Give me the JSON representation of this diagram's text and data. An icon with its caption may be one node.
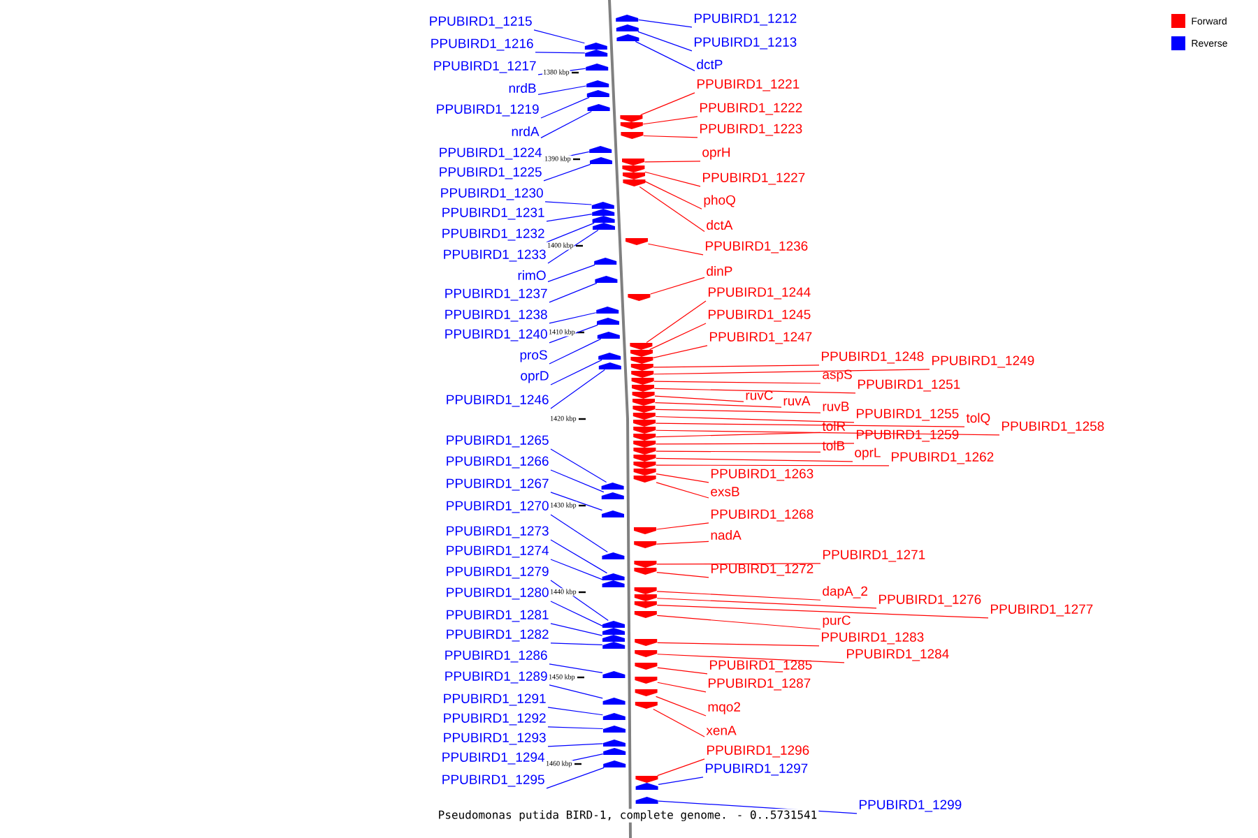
{
  "diagram": {
    "caption": "Pseudomonas putida BIRD-1, complete genome. - 0..5731541",
    "nodes": [
      {
        "text": [
          "PPUBIRD1_1215"
        ]
      },
      {
        "text": [
          "PPUBIRD1_1216"
        ]
      },
      {
        "text": [
          "PPUBIRD1_1217"
        ]
      },
      {
        "text": [
          "nrdB"
        ]
      },
      {
        "text": [
          "PPUBIRD1_1219"
        ]
      },
      {
        "text": [
          "nrdA"
        ]
      },
      {
        "text": [
          "PPUBIRD1_1224"
        ]
      },
      {
        "text": [
          "PPUBIRD1_1225"
        ]
      },
      {
        "text": [
          "PPUBIRD1_1230"
        ]
      },
      {
        "text": [
          "PPUBIRD1_1231"
        ]
      },
      {
        "text": [
          "PPUBIRD1_1232"
        ]
      },
      {
        "text": [
          "PPUBIRD1_1233"
        ]
      },
      {
        "text": [
          "rimO"
        ]
      },
      {
        "text": [
          "PPUBIRD1_1237"
        ]
      },
      {
        "text": [
          "PPUBIRD1_1238"
        ]
      },
      {
        "text": [
          "PPUBIRD1_1240"
        ]
      },
      {
        "text": [
          "proS"
        ]
      },
      {
        "text": [
          "oprD"
        ]
      },
      {
        "text": [
          "PPUBIRD1_1246"
        ]
      },
      {
        "text": [
          "PPUBIRD1_1265"
        ]
      },
      {
        "text": [
          "PPUBIRD1_1266"
        ]
      },
      {
        "text": [
          "PPUBIRD1_1267"
        ]
      },
      {
        "text": [
          "PPUBIRD1_1270"
        ]
      },
      {
        "text": [
          "PPUBIRD1_1273"
        ]
      },
      {
        "text": [
          "PPUBIRD1_1274"
        ]
      },
      {
        "text": [
          "PPUBIRD1_1279"
        ]
      },
      {
        "text": [
          "PPUBIRD1_1280"
        ]
      },
      {
        "text": [
          "PPUBIRD1_1281"
        ]
      },
      {
        "text": [
          "PPUBIRD1_1282"
        ]
      },
      {
        "text": [
          "PPUBIRD1_1286"
        ]
      },
      {
        "text": [
          "PPUBIRD1_1289"
        ]
      },
      {
        "text": [
          "PPUBIRD1_1291"
        ]
      },
      {
        "text": [
          "PPUBIRD1_1292"
        ]
      },
      {
        "text": [
          "PPUBIRD1_1293"
        ]
      },
      {
        "text": [
          "PPUBIRD1_1294"
        ]
      },
      {
        "text": [
          "PPUBIRD1_1295"
        ]
      },
      {
        "text": [
          "PPUBIRD1_1212"
        ]
      },
      {
        "text": [
          "PPUBIRD1_1213"
        ]
      },
      {
        "text": [
          "dctP"
        ]
      },
      {
        "text": [
          "PPUBIRD1_1221"
        ]
      },
      {
        "text": [
          "PPUBIRD1_1222"
        ]
      },
      {
        "text": [
          "PPUBIRD1_1223"
        ]
      },
      {
        "text": [
          "oprH"
        ]
      },
      {
        "text": [
          "PPUBIRD1_1227"
        ]
      },
      {
        "text": [
          "phoQ"
        ]
      },
      {
        "text": [
          "dctA"
        ]
      },
      {
        "text": [
          "PPUBIRD1_1236"
        ]
      },
      {
        "text": [
          "dinP"
        ]
      },
      {
        "text": [
          "PPUBIRD1_1244"
        ]
      },
      {
        "text": [
          "PPUBIRD1_1245"
        ]
      },
      {
        "text": [
          "PPUBIRD1_1247"
        ]
      },
      {
        "text": [
          "PPUBIRD1_1248"
        ]
      },
      {
        "text": [
          "PPUBIRD1_1249"
        ]
      },
      {
        "text": [
          "aspS"
        ]
      },
      {
        "text": [
          "PPUBIRD1_1251"
        ]
      },
      {
        "text": [
          "ruvC"
        ]
      },
      {
        "text": [
          "ruvA"
        ]
      },
      {
        "text": [
          "ruvB"
        ]
      },
      {
        "text": [
          "PPUBIRD1_1255"
        ]
      },
      {
        "text": [
          "tolQ"
        ]
      },
      {
        "text": [
          "PPUBIRD1_1258"
        ]
      },
      {
        "text": [
          "tolR"
        ]
      },
      {
        "text": [
          "PPUBIRD1_1259"
        ]
      },
      {
        "text": [
          "tolB"
        ]
      },
      {
        "text": [
          "oprL"
        ]
      },
      {
        "text": [
          "PPUBIRD1_1262"
        ]
      },
      {
        "text": [
          "PPUBIRD1_1263"
        ]
      },
      {
        "text": [
          "exsB"
        ]
      },
      {
        "text": [
          "PPUBIRD1_1268"
        ]
      },
      {
        "text": [
          "nadA"
        ]
      },
      {
        "text": [
          "PPUBIRD1_1271"
        ]
      },
      {
        "text": [
          "PPUBIRD1_1272"
        ]
      },
      {
        "text": [
          "dapA_2"
        ]
      },
      {
        "text": [
          "PPUBIRD1_1276"
        ]
      },
      {
        "text": [
          "PPUBIRD1_1277"
        ]
      },
      {
        "text": [
          "purC"
        ]
      },
      {
        "text": [
          "PPUBIRD1_1283"
        ]
      },
      {
        "text": [
          "PPUBIRD1_1284"
        ]
      },
      {
        "text": [
          "PPUBIRD1_1285"
        ]
      },
      {
        "text": [
          "PPUBIRD1_1287"
        ]
      },
      {
        "text": [
          "mqo2"
        ]
      },
      {
        "text": [
          "xenA"
        ]
      },
      {
        "text": [
          "PPUBIRD1_1296"
        ]
      },
      {
        "text": [
          "PPUBIRD1_1297"
        ]
      },
      {
        "text": [
          "PPUBIRD1_1299"
        ]
      },
      {
        "text": [],
        "shape": "arrow"
      },
      {
        "text": [],
        "shape": "arrow"
      },
      {
        "text": [],
        "shape": "arrow"
      },
      {
        "text": [],
        "shape": "arrow"
      },
      {
        "text": [],
        "shape": "arrow"
      },
      {
        "text": [],
        "shape": "arrow"
      },
      {
        "text": [],
        "shape": "arrow"
      },
      {
        "text": [],
        "shape": "arrow"
      },
      {
        "text": [],
        "shape": "arrow"
      },
      {
        "text": [],
        "shape": "arrow"
      },
      {
        "text": [],
        "shape": "arrow"
      },
      {
        "text": [],
        "shape": "arrow"
      },
      {
        "text": [],
        "shape": "arrow"
      },
      {
        "text": [],
        "shape": "arrow"
      },
      {
        "text": [],
        "shape": "arrow"
      },
      {
        "text": [],
        "shape": "arrow"
      },
      {
        "text": [],
        "shape": "arrow"
      },
      {
        "text": [],
        "shape": "arrow"
      },
      {
        "text": [],
        "shape": "arrow"
      },
      {
        "text": [],
        "shape": "arrow"
      },
      {
        "text": [],
        "shape": "arrow"
      },
      {
        "text": [],
        "shape": "arrow"
      },
      {
        "text": [],
        "shape": "arrow"
      },
      {
        "text": [],
        "shape": "arrow"
      },
      {
        "text": [],
        "shape": "arrow"
      },
      {
        "text": [],
        "shape": "arrow"
      },
      {
        "text": [],
        "shape": "arrow"
      },
      {
        "text": [],
        "shape": "arrow"
      },
      {
        "text": [],
        "shape": "arrow"
      },
      {
        "text": [],
        "shape": "arrow"
      },
      {
        "text": [],
        "shape": "arrow"
      },
      {
        "text": [],
        "shape": "arrow"
      },
      {
        "text": [],
        "shape": "arrow"
      },
      {
        "text": [],
        "shape": "arrow"
      },
      {
        "text": [],
        "shape": "arrow"
      },
      {
        "text": [],
        "shape": "arrow"
      },
      {
        "text": [],
        "shape": "arrow"
      },
      {
        "text": [],
        "shape": "arrow"
      },
      {
        "text": [],
        "shape": "arrow"
      },
      {
        "text": [],
        "shape": "arrow"
      },
      {
        "text": [],
        "shape": "arrow"
      },
      {
        "text": [],
        "shape": "arrow"
      },
      {
        "text": [],
        "shape": "arrow"
      },
      {
        "text": [],
        "shape": "arrow"
      },
      {
        "text": [],
        "shape": "arrow"
      },
      {
        "text": [],
        "shape": "arrow"
      },
      {
        "text": [],
        "shape": "arrow"
      },
      {
        "text": [],
        "shape": "arrow"
      },
      {
        "text": [],
        "shape": "arrow"
      },
      {
        "text": [],
        "shape": "arrow"
      },
      {
        "text": [],
        "shape": "arrow"
      },
      {
        "text": [],
        "shape": "arrow"
      },
      {
        "text": [],
        "shape": "arrow"
      },
      {
        "text": [],
        "shape": "arrow"
      },
      {
        "text": [],
        "shape": "arrow"
      },
      {
        "text": [],
        "shape": "arrow"
      },
      {
        "text": [],
        "shape": "arrow"
      },
      {
        "text": [],
        "shape": "arrow"
      },
      {
        "text": [],
        "shape": "arrow"
      },
      {
        "text": [],
        "shape": "arrow"
      },
      {
        "text": [],
        "shape": "arrow"
      },
      {
        "text": [],
        "shape": "arrow"
      },
      {
        "text": [],
        "shape": "arrow"
      },
      {
        "text": [],
        "shape": "arrow"
      },
      {
        "text": [],
        "shape": "arrow"
      },
      {
        "text": [],
        "shape": "arrow"
      },
      {
        "text": [],
        "shape": "arrow"
      },
      {
        "text": [],
        "shape": "arrow"
      },
      {
        "text": [],
        "shape": "arrow"
      },
      {
        "text": [],
        "shape": "arrow"
      },
      {
        "text": [],
        "shape": "arrow"
      },
      {
        "text": [],
        "shape": "arrow"
      },
      {
        "text": [],
        "shape": "arrow"
      },
      {
        "text": [],
        "shape": "arrow"
      },
      {
        "text": [],
        "shape": "arrow"
      },
      {
        "text": [],
        "shape": "arrow"
      },
      {
        "text": [],
        "shape": "arrow"
      },
      {
        "text": [],
        "shape": "arrow"
      },
      {
        "text": [],
        "shape": "arrow"
      },
      {
        "text": [],
        "shape": "arrow"
      },
      {
        "text": [],
        "shape": "arrow"
      },
      {
        "text": [],
        "shape": "arrow"
      },
      {
        "text": [],
        "shape": "arrow"
      },
      {
        "text": [],
        "shape": "arrow"
      },
      {
        "text": [],
        "shape": "arrow"
      }
    ],
    "edges": [
      {
        "from": 0,
        "to": 85,
        "arrow": "none",
        "color": "#0000ff"
      },
      {
        "from": 1,
        "to": 86,
        "arrow": "none",
        "color": "#0000ff"
      },
      {
        "from": 2,
        "to": 87,
        "arrow": "none",
        "color": "#0000ff"
      },
      {
        "from": 3,
        "to": 88,
        "arrow": "none",
        "color": "#0000ff"
      },
      {
        "from": 4,
        "to": 89,
        "arrow": "none",
        "color": "#0000ff"
      },
      {
        "from": 5,
        "to": 90,
        "arrow": "none",
        "color": "#0000ff"
      },
      {
        "from": 6,
        "to": 91,
        "arrow": "none",
        "color": "#0000ff"
      },
      {
        "from": 7,
        "to": 92,
        "arrow": "none",
        "color": "#0000ff"
      },
      {
        "from": 8,
        "to": 93,
        "arrow": "none",
        "color": "#0000ff"
      },
      {
        "from": 9,
        "to": 94,
        "arrow": "none",
        "color": "#0000ff"
      },
      {
        "from": 10,
        "to": 95,
        "arrow": "none",
        "color": "#0000ff"
      },
      {
        "from": 11,
        "to": 96,
        "arrow": "none",
        "color": "#0000ff"
      },
      {
        "from": 12,
        "to": 97,
        "arrow": "none",
        "color": "#0000ff"
      },
      {
        "from": 13,
        "to": 98,
        "arrow": "none",
        "color": "#0000ff"
      },
      {
        "from": 14,
        "to": 99,
        "arrow": "none",
        "color": "#0000ff"
      },
      {
        "from": 15,
        "to": 100,
        "arrow": "none",
        "color": "#0000ff"
      },
      {
        "from": 16,
        "to": 101,
        "arrow": "none",
        "color": "#0000ff"
      },
      {
        "from": 17,
        "to": 102,
        "arrow": "none",
        "color": "#0000ff"
      },
      {
        "from": 18,
        "to": 103,
        "arrow": "none",
        "color": "#0000ff"
      },
      {
        "from": 19,
        "to": 104,
        "arrow": "none",
        "color": "#0000ff"
      },
      {
        "from": 20,
        "to": 105,
        "arrow": "none",
        "color": "#0000ff"
      },
      {
        "from": 21,
        "to": 106,
        "arrow": "none",
        "color": "#0000ff"
      },
      {
        "from": 22,
        "to": 107,
        "arrow": "none",
        "color": "#0000ff"
      },
      {
        "from": 23,
        "to": 108,
        "arrow": "none",
        "color": "#0000ff"
      },
      {
        "from": 24,
        "to": 109,
        "arrow": "none",
        "color": "#0000ff"
      },
      {
        "from": 25,
        "to": 110,
        "arrow": "none",
        "color": "#0000ff"
      },
      {
        "from": 26,
        "to": 111,
        "arrow": "none",
        "color": "#0000ff"
      },
      {
        "from": 27,
        "to": 112,
        "arrow": "none",
        "color": "#0000ff"
      },
      {
        "from": 28,
        "to": 113,
        "arrow": "none",
        "color": "#0000ff"
      },
      {
        "from": 29,
        "to": 114,
        "arrow": "none",
        "color": "#0000ff"
      },
      {
        "from": 30,
        "to": 115,
        "arrow": "none",
        "color": "#0000ff"
      },
      {
        "from": 31,
        "to": 116,
        "arrow": "none",
        "color": "#0000ff"
      },
      {
        "from": 32,
        "to": 117,
        "arrow": "none",
        "color": "#0000ff"
      },
      {
        "from": 33,
        "to": 118,
        "arrow": "none",
        "color": "#0000ff"
      },
      {
        "from": 34,
        "to": 119,
        "arrow": "none",
        "color": "#0000ff"
      },
      {
        "from": 35,
        "to": 120,
        "arrow": "none",
        "color": "#0000ff"
      },
      {
        "from": 36,
        "to": 121,
        "arrow": "none",
        "color": "#0000ff"
      },
      {
        "from": 37,
        "to": 122,
        "arrow": "none",
        "color": "#0000ff"
      },
      {
        "from": 38,
        "to": 123,
        "arrow": "none",
        "color": "#0000ff"
      },
      {
        "from": 39,
        "to": 124,
        "arrow": "none"
      },
      {
        "from": 40,
        "to": 125,
        "arrow": "none"
      },
      {
        "from": 41,
        "to": 126,
        "arrow": "none"
      },
      {
        "from": 42,
        "to": 127,
        "arrow": "none"
      },
      {
        "from": 43,
        "to": 128,
        "arrow": "none"
      },
      {
        "from": 44,
        "to": 129,
        "arrow": "none"
      },
      {
        "from": 45,
        "to": 130,
        "arrow": "none"
      },
      {
        "from": 46,
        "to": 131,
        "arrow": "none"
      },
      {
        "from": 47,
        "to": 132,
        "arrow": "none"
      },
      {
        "from": 48,
        "to": 133,
        "arrow": "none"
      },
      {
        "from": 49,
        "to": 134,
        "arrow": "none"
      },
      {
        "from": 50,
        "to": 135,
        "arrow": "none"
      },
      {
        "from": 51,
        "to": 136,
        "arrow": "none"
      },
      {
        "from": 52,
        "to": 137,
        "arrow": "none"
      },
      {
        "from": 53,
        "to": 138,
        "arrow": "none"
      },
      {
        "from": 54,
        "to": 139,
        "arrow": "none"
      },
      {
        "from": 55,
        "to": 140,
        "arrow": "none"
      },
      {
        "from": 56,
        "to": 141,
        "arrow": "none"
      },
      {
        "from": 57,
        "to": 142,
        "arrow": "none"
      },
      {
        "from": 58,
        "to": 143,
        "arrow": "none"
      },
      {
        "from": 59,
        "to": 144,
        "arrow": "none"
      },
      {
        "from": 60,
        "to": 145,
        "arrow": "none"
      },
      {
        "from": 61,
        "to": 146,
        "arrow": "none"
      },
      {
        "from": 62,
        "to": 147,
        "arrow": "none"
      },
      {
        "from": 63,
        "to": 148,
        "arrow": "none"
      },
      {
        "from": 64,
        "to": 149,
        "arrow": "none"
      },
      {
        "from": 65,
        "to": 150,
        "arrow": "none"
      },
      {
        "from": 66,
        "to": 151,
        "arrow": "none"
      },
      {
        "from": 67,
        "to": 152,
        "arrow": "none"
      },
      {
        "from": 68,
        "to": 153,
        "arrow": "none"
      },
      {
        "from": 69,
        "to": 154,
        "arrow": "none"
      },
      {
        "from": 70,
        "to": 155,
        "arrow": "none"
      },
      {
        "from": 71,
        "to": 156,
        "arrow": "none"
      },
      {
        "from": 72,
        "to": 157,
        "arrow": "none"
      },
      {
        "from": 73,
        "to": 158,
        "arrow": "none"
      },
      {
        "from": 74,
        "to": 159,
        "arrow": "none"
      },
      {
        "from": 75,
        "to": 160,
        "arrow": "none"
      },
      {
        "from": 76,
        "to": 161,
        "arrow": "none"
      },
      {
        "from": 77,
        "to": 162,
        "arrow": "none"
      },
      {
        "from": 78,
        "to": 163,
        "arrow": "none"
      },
      {
        "from": 79,
        "to": 164,
        "arrow": "none"
      },
      {
        "from": 80,
        "to": 165,
        "arrow": "none"
      },
      {
        "from": 81,
        "to": 166,
        "arrow": "none"
      },
      {
        "from": 82,
        "to": 167,
        "arrow": "none"
      },
      {
        "from": 83,
        "to": 168,
        "arrow": "none",
        "color": "#0000ff"
      },
      {
        "from": 84,
        "to": 169,
        "arrow": "none",
        "color": "#0000ff"
      }
    ],
    "labels": [
      "1380 kbp",
      "1390 kbp",
      "1400 kbp",
      "1410 kbp",
      "1420 kbp",
      "1430 kbp",
      "1440 kbp",
      "1450 kbp",
      "1460 kbp"
    ],
    "legend": [
      {
        "text": "Forward",
        "color": "#ff0000"
      },
      {
        "text": "Reverse",
        "color": "#0000ff"
      }
    ]
  }
}
